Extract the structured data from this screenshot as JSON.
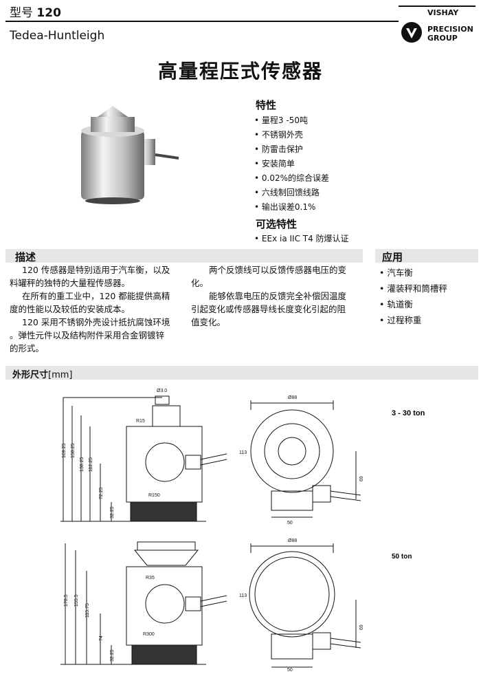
{
  "header": {
    "model_prefix": "型号",
    "model_number": "120",
    "brand": "Tedea-Huntleigh",
    "logo": {
      "line1": "VISHAY",
      "line2": "PRECISION",
      "line3": "GROUP",
      "icon": "vishay-v-logo"
    }
  },
  "title": "高量程压式传感器",
  "features": {
    "heading": "特性",
    "items": [
      "量程3 -50吨",
      "不锈钢外壳",
      "防雷击保护",
      "安装简单",
      "0.02%的综合误差",
      "六线制回馈线路",
      "输出误差0.1%"
    ]
  },
  "options": {
    "heading": "可选特性",
    "items": [
      "EEx ia IIC T4 防爆认证"
    ]
  },
  "description": {
    "heading": "描述",
    "col1": [
      "120 传感器是特别适用于汽车衡，以及",
      "料罐秤的独特的大量程传感器。",
      "在所有的重工业中，120 都能提供高精",
      "度的性能以及较低的安装成本。",
      "120 采用不锈钢外壳设计抵抗腐蚀环境",
      "。弹性元件以及结构附件采用合金钢镀锌",
      "的形式。"
    ],
    "col2": [
      "两个反馈线可以反馈传感器电压的变",
      "化。",
      "能够依靠电压的反馈完全补偿因温度",
      "引起变化或传感器导线长度变化引起的阻",
      "值变化。"
    ]
  },
  "applications": {
    "heading": "应用",
    "items": [
      "汽车衡",
      "灌装秤和筒槽秤",
      "轨道衡",
      "过程称重"
    ]
  },
  "dimensions": {
    "heading_bold": "外形尺寸",
    "heading_unit": "[mm]",
    "drawing1": {
      "range": "3 - 30 ton",
      "dims": {
        "d1": "169.25",
        "d2": "158.25",
        "d3": "138.25",
        "d4": "112.25",
        "d5": "72.25",
        "d6": "32.25",
        "r_top": "R15",
        "r_bottom": "R150",
        "dia_small": "Ø3.0",
        "dia": "Ø88",
        "w113": "113",
        "h69": "69",
        "w50": "50"
      }
    },
    "drawing2": {
      "range": "50 ton",
      "dims": {
        "d1": "170.5",
        "d2": "155.5",
        "d3": "115.75",
        "d4": "74",
        "d5": "32.25",
        "r_top": "R35",
        "r_bottom": "R300",
        "dia": "Ø88",
        "w113": "113",
        "h69": "69",
        "w50": "50"
      }
    }
  }
}
